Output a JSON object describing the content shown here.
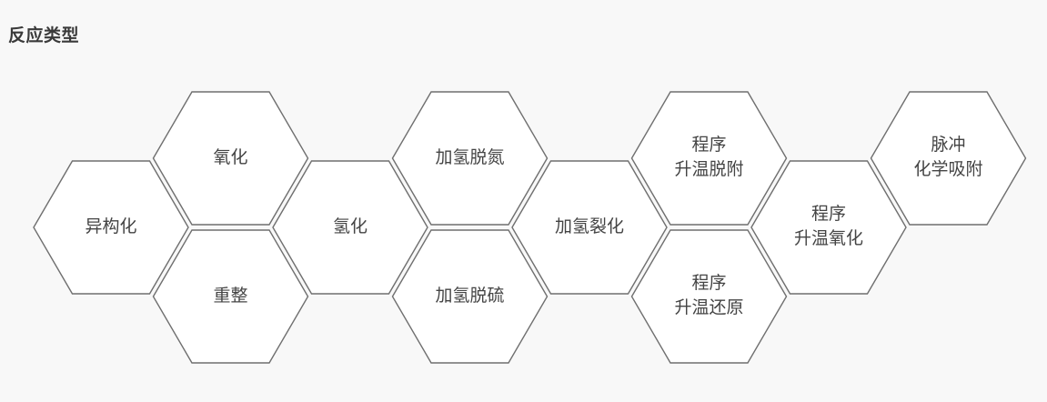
{
  "header": {
    "title": "反应类型"
  },
  "colors": {
    "background": "#f8f8f8",
    "hex_fill": "#ffffff",
    "hex_stroke": "#6f6f6f",
    "text": "#444444"
  },
  "hexagons": [
    {
      "id": "isomerization",
      "lines": [
        "异构化"
      ],
      "col": 0,
      "row": "mid"
    },
    {
      "id": "oxidation",
      "lines": [
        "氧化"
      ],
      "col": 1,
      "row": "top"
    },
    {
      "id": "reforming",
      "lines": [
        "重整"
      ],
      "col": 1,
      "row": "bottom"
    },
    {
      "id": "hydrogenation",
      "lines": [
        "氢化"
      ],
      "col": 2,
      "row": "mid"
    },
    {
      "id": "hydrodenitrogenation",
      "lines": [
        "加氢脱氮"
      ],
      "col": 3,
      "row": "top"
    },
    {
      "id": "hydrodesulfurization",
      "lines": [
        "加氢脱硫"
      ],
      "col": 3,
      "row": "bottom"
    },
    {
      "id": "hydrocracking",
      "lines": [
        "加氢裂化"
      ],
      "col": 4,
      "row": "mid"
    },
    {
      "id": "tpd",
      "lines": [
        "程序",
        "升温脱附"
      ],
      "col": 5,
      "row": "top"
    },
    {
      "id": "tpr",
      "lines": [
        "程序",
        "升温还原"
      ],
      "col": 5,
      "row": "bottom"
    },
    {
      "id": "tpo",
      "lines": [
        "程序",
        "升温氧化"
      ],
      "col": 6,
      "row": "mid"
    },
    {
      "id": "pulse-chemisorption",
      "lines": [
        "脉冲",
        "化学吸附"
      ],
      "col": 7,
      "row": "top"
    }
  ]
}
